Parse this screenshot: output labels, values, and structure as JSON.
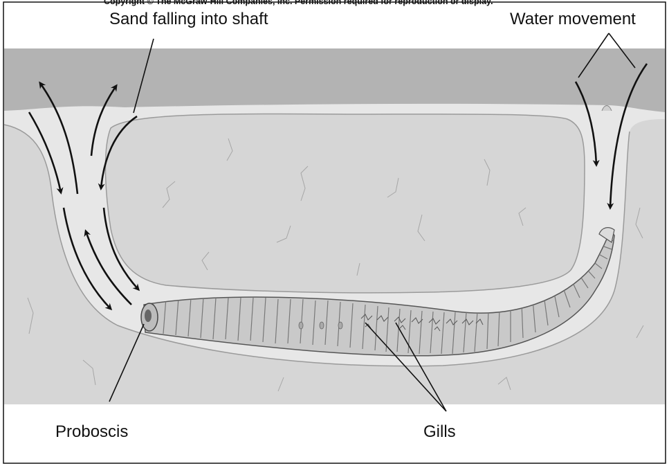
{
  "copyright": "Copyright © The McGraw-Hill Companies, Inc. Permission required for reproduction or display.",
  "labels": {
    "sand": "Sand falling into shaft",
    "water": "Water movement",
    "proboscis": "Proboscis",
    "gills": "Gills"
  },
  "colors": {
    "water_band": "#b3b3b3",
    "sand": "#d6d6d6",
    "burrow": "#e7e7e7",
    "worm": "#c9c9c9",
    "outline": "#111111"
  }
}
